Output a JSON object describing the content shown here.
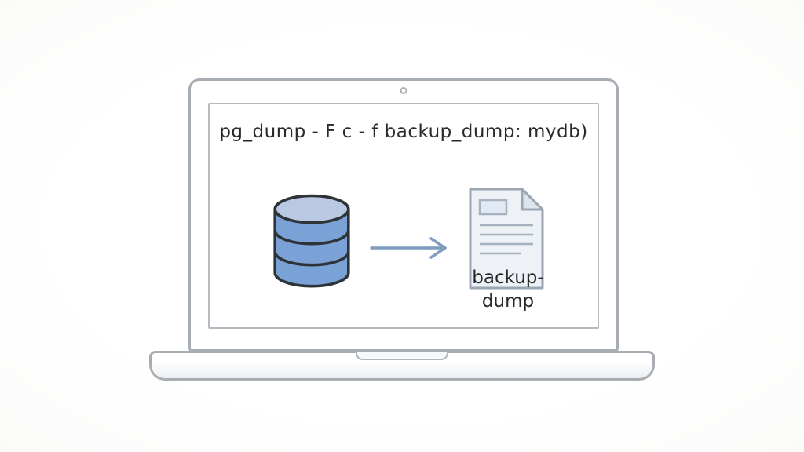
{
  "screen": {
    "command": "pg_dump - F c - f backup_dump: mydb)"
  },
  "diagram": {
    "database_icon": "database-cylinder",
    "arrow_icon": "right-arrow",
    "document_icon": "backup-dump-file",
    "document_label_line1": "backup-",
    "document_label_line2": "dump"
  },
  "colors": {
    "laptop_border": "#a8adb4",
    "inner_border": "#b6bbc2",
    "database_fill": "#7ba2d6",
    "database_top_fill": "#b9c9e2",
    "database_stroke": "#2e3338",
    "arrow_stroke": "#7f9cbe",
    "document_fill": "#eef1f6",
    "document_stroke": "#9aa6b4",
    "text_color": "#27292d"
  }
}
